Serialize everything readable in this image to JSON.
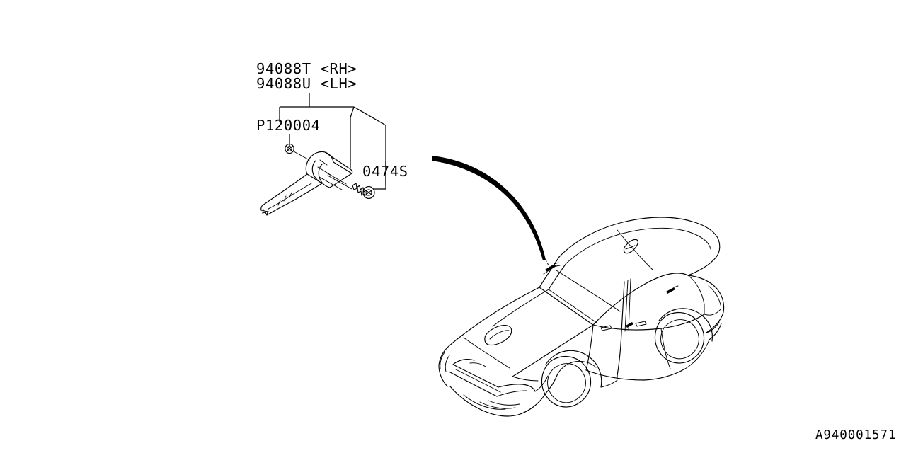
{
  "diagram": {
    "title_part_rh": "94088T <RH>",
    "title_part_lh": "94088U <LH>",
    "clip_part": "P120004",
    "screw_part": "0474S",
    "diagram_id": "A940001571",
    "ink_color": "#000000",
    "background_color": "#ffffff"
  },
  "labels": [
    {
      "id": "part-rh",
      "text": "94088T <RH>"
    },
    {
      "id": "part-lh",
      "text": "94088U <LH>"
    },
    {
      "id": "clip",
      "text": "P120004"
    },
    {
      "id": "screw",
      "text": "0474S"
    },
    {
      "id": "drawing-no",
      "text": "A940001571"
    }
  ],
  "components": {
    "pillar_trim_label": "94088T <RH>",
    "pillar_trim_label_lh": "94088U <LH>",
    "clip_label": "P120004",
    "tapping_screw_label": "0474S"
  },
  "vehicle": {
    "view": "front three-quarter",
    "body_style": "sedan",
    "callout_target": "front pillar upper trim"
  }
}
